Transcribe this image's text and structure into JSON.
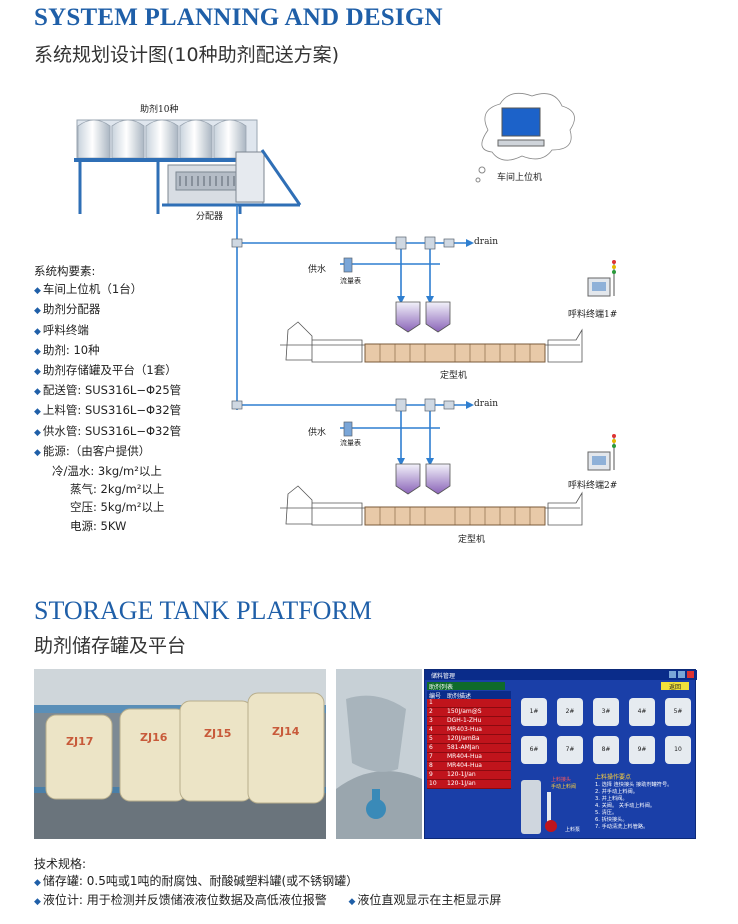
{
  "section1": {
    "title_en": "SYSTEM PLANNING AND DESIGN",
    "title_cn": "系统规划设计图(10种助剂配送方案)"
  },
  "diagram": {
    "additive_label": "助剂10种",
    "distributor_label": "分配器",
    "computer_label": "车间上位机",
    "drain_label_1": "drain",
    "drain_label_2": "drain",
    "water_label_1": "供水",
    "water_label_2": "供水",
    "meter_label_1": "流量表",
    "meter_label_2": "流量表",
    "terminal_label_1": "呼料终端1#",
    "terminal_label_2": "呼料终端2#",
    "machine_label_1": "定型机",
    "machine_label_2": "定型机"
  },
  "requirements": {
    "heading": "系统构要素:",
    "items": [
      "车间上位机（1台）",
      "助剂分配器",
      "呼料终端",
      "助剂: 10种",
      "助剂存储罐及平台（1套）",
      "配送管: SUS316L−Φ25管",
      "上料管: SUS316L−Φ32管",
      "供水管: SUS316L−Φ32管",
      "能源:（由客户提供）"
    ],
    "energy": [
      {
        "label": "冷/温水:",
        "value": "3kg/m²以上"
      },
      {
        "label": "蒸气:",
        "value": "2kg/m²以上"
      },
      {
        "label": "空压:",
        "value": "5kg/m²以上"
      },
      {
        "label": "电源:",
        "value": "5KW"
      }
    ]
  },
  "section2": {
    "title_en": "STORAGE TANK PLATFORM",
    "title_cn": "助剂储存罐及平台"
  },
  "photo": {
    "tanks": [
      "ZJ17",
      "ZJ16",
      "ZJ15",
      "ZJ14"
    ]
  },
  "screen": {
    "window_title": "储料管理",
    "list_title": "助剂列表",
    "col_no": "编号",
    "col_desc": "助剂描述",
    "return_button": "返回",
    "rows": [
      {
        "no": "1",
        "desc": ""
      },
      {
        "no": "2",
        "desc": "150J/am@S"
      },
      {
        "no": "3",
        "desc": "DGH-1-ZHu"
      },
      {
        "no": "4",
        "desc": "MR403-Hua"
      },
      {
        "no": "5",
        "desc": "120J/amBa"
      },
      {
        "no": "6",
        "desc": "581-AMJan"
      },
      {
        "no": "7",
        "desc": "MR404-Hua"
      },
      {
        "no": "8",
        "desc": "MR404-Hua"
      },
      {
        "no": "9",
        "desc": "120-1J/an"
      },
      {
        "no": "10",
        "desc": "120-1J/an"
      }
    ],
    "tanks": [
      "1#",
      "2#",
      "3#",
      "4#",
      "5#",
      "6#",
      "7#",
      "8#",
      "9#",
      "10"
    ],
    "ops_title": "上料操作要点",
    "ops": [
      "1. 选择  连快接头  接助剂罐符号。",
      "2. 并手动上料阀。",
      "3. 并上料阀。",
      "4. 关阀。 关手动上料阀。",
      "5. 清压。",
      "6. 拆快接头。",
      "7. 手动清洗上料管路。"
    ],
    "inlet_label": "上料接头",
    "valve_label": "手动上料阀",
    "pump_label": "上料泵"
  },
  "specs": {
    "heading": "技术规格:",
    "line1": "储存罐: 0.5吨或1吨的耐腐蚀、耐酸碱塑料罐(或不锈钢罐）",
    "line2a": "液位计: 用于检测并反馈储液液位数据及高低液位报警",
    "line2b": "液位直观显示在主柜显示屏"
  },
  "colors": {
    "heading_blue": "#1f5fa8",
    "pipe_blue": "#2f7fd0",
    "screen_bg": "#1a3fa8",
    "list_red": "#c0141c"
  }
}
